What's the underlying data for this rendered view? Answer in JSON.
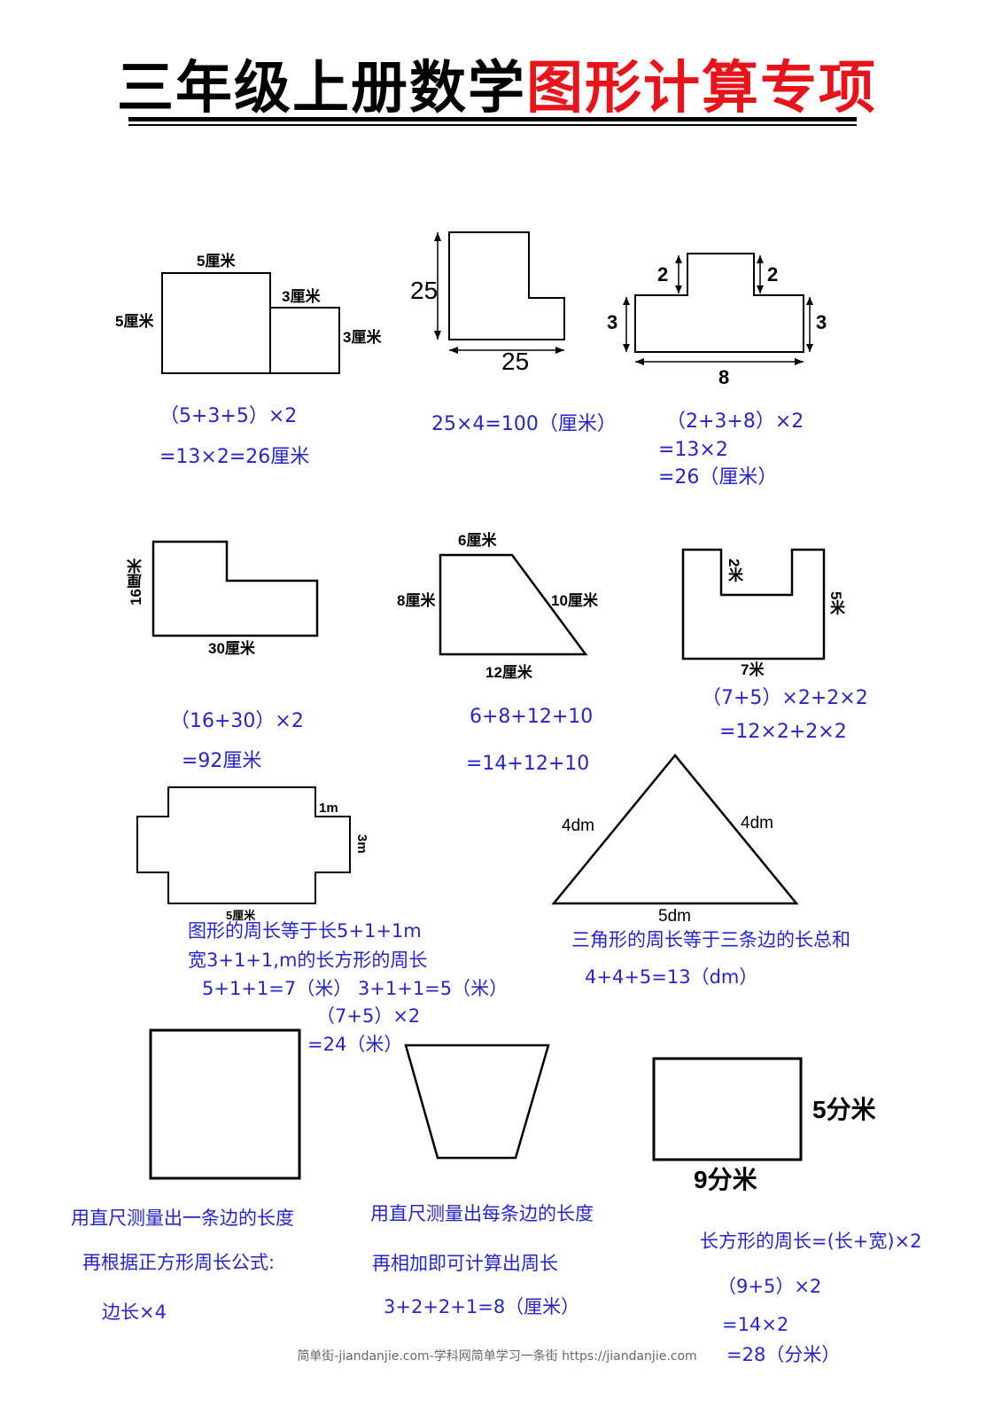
{
  "title": {
    "black": "三年级上册数学",
    "red": "图形计算专项"
  },
  "problems": {
    "p1": {
      "labels": {
        "top_left": "5厘米",
        "left": "5厘米",
        "top_right": "3厘米",
        "right": "3厘米"
      },
      "answer": [
        "（5+3+5）×2",
        "=13×2=26厘米"
      ]
    },
    "p2": {
      "labels": {
        "height": "25",
        "width": "25"
      },
      "answer": [
        "25×4=100（厘米）"
      ]
    },
    "p3": {
      "labels": {
        "step_left": "2",
        "step_right": "2",
        "left": "3",
        "right": "3",
        "bottom": "8"
      },
      "answer": [
        "（2+3+8）×2",
        "=13×2",
        "=26（厘米）"
      ]
    },
    "p4": {
      "labels": {
        "left": "16厘米",
        "bottom": "30厘米"
      },
      "answer": [
        "（16+30）×2",
        "=92厘米"
      ]
    },
    "p5": {
      "labels": {
        "top": "6厘米",
        "left": "8厘米",
        "slant": "10厘米",
        "bottom": "12厘米"
      },
      "answer": [
        "6+8+12+10",
        "=14+12+10"
      ]
    },
    "p6": {
      "labels": {
        "notch": "2米",
        "right": "5米",
        "bottom": "7米"
      },
      "answer": [
        "（7+5）×2+2×2",
        "=12×2+2×2"
      ]
    },
    "p7": {
      "labels": {
        "notch": "1m",
        "right": "3m",
        "bottom": "5厘米"
      },
      "answer": [
        "图形的周长等于长5+1+1m",
        "宽3+1+1,m的长方形的周长",
        "5+1+1=7（米） 3+1+1=5（米）",
        "（7+5）×2",
        "=24（米）"
      ]
    },
    "p8": {
      "labels": {
        "left": "4dm",
        "right": "4dm",
        "bottom": "5dm"
      },
      "answer": [
        "三角形的周长等于三条边的长总和",
        "4+4+5=13（dm）"
      ]
    },
    "p9": {
      "answer": [
        "用直尺测量出一条边的长度",
        "再根据正方形周长公式:",
        "边长×4"
      ]
    },
    "p10": {
      "answer": [
        "用直尺测量出每条边的长度",
        "再相加即可计算出周长",
        "3+2+2+1=8（厘米）"
      ]
    },
    "p11": {
      "labels": {
        "height": "5分米",
        "width": "9分米"
      },
      "answer": [
        "长方形的周长=(长+宽)×2",
        "（9+5）×2",
        "=14×2",
        "=28（分米）"
      ]
    }
  },
  "footer": "简单街-jiandanjie.com-学科网简单学习一条街 https://jiandanjie.com"
}
